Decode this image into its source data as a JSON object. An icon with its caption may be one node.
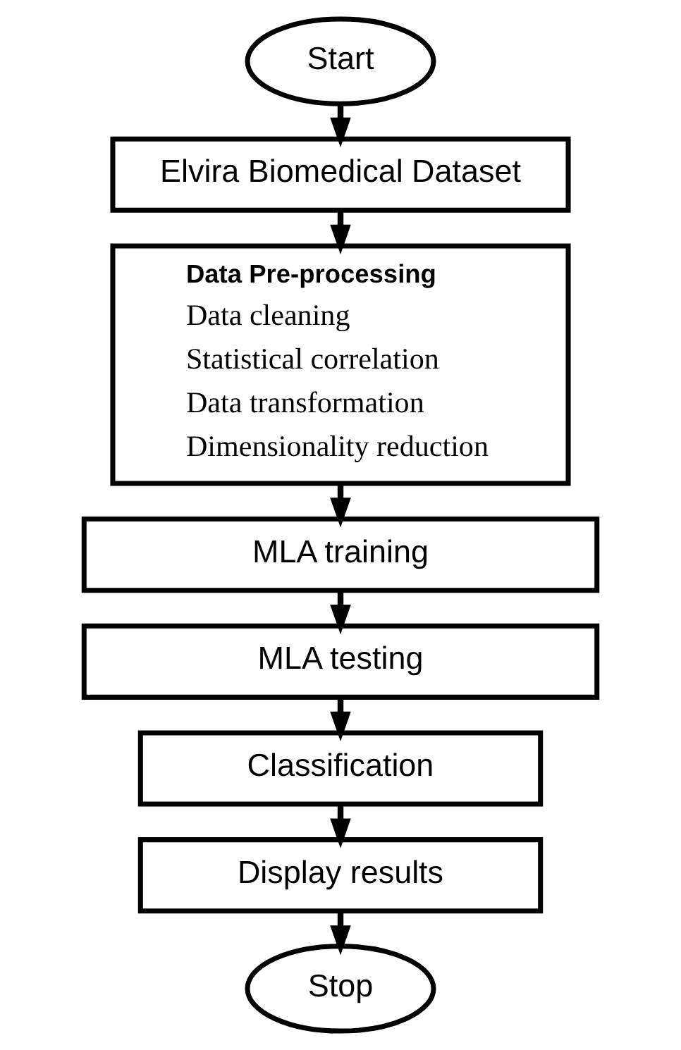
{
  "diagram": {
    "nodes": [
      {
        "text": [
          "Start"
        ]
      },
      {
        "text": [
          "Elvira Biomedical Dataset"
        ]
      },
      {
        "text": [
          "Data Pre-processing",
          "Data cleaning",
          "Statistical correlation",
          "Data transformation",
          "Dimensionality reduction"
        ]
      },
      {
        "text": [
          "MLA training"
        ]
      },
      {
        "text": [
          "MLA testing"
        ]
      },
      {
        "text": [
          "Classification"
        ]
      },
      {
        "text": [
          "Display results"
        ]
      },
      {
        "text": [
          "Stop"
        ]
      }
    ],
    "edges": [
      {
        "from": 0,
        "to": 1,
        "arrow": "to"
      },
      {
        "from": 1,
        "to": 2,
        "arrow": "to"
      },
      {
        "from": 2,
        "to": 3,
        "arrow": "to"
      },
      {
        "from": 3,
        "to": 4,
        "arrow": "to"
      },
      {
        "from": 4,
        "to": 5,
        "arrow": "to"
      },
      {
        "from": 5,
        "to": 6,
        "arrow": "to"
      },
      {
        "from": 6,
        "to": 7,
        "arrow": "to"
      }
    ]
  }
}
